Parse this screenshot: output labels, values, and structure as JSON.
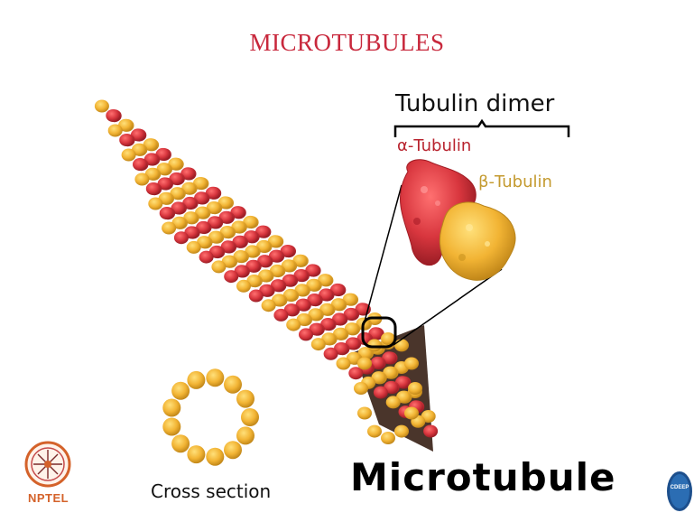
{
  "slide": {
    "title": "MICROTUBULES",
    "dimer_label": "Tubulin dimer",
    "alpha_label": "α-Tubulin",
    "beta_label": "β-Tubulin",
    "cross_section_label": "Cross section",
    "microtubule_label": "Microtubule"
  },
  "logos": {
    "left": "NPTEL",
    "right": "CDEEP"
  },
  "colors": {
    "title": "#c8283c",
    "alpha": "#c8283c",
    "beta": "#f0b330",
    "text": "#111111"
  }
}
